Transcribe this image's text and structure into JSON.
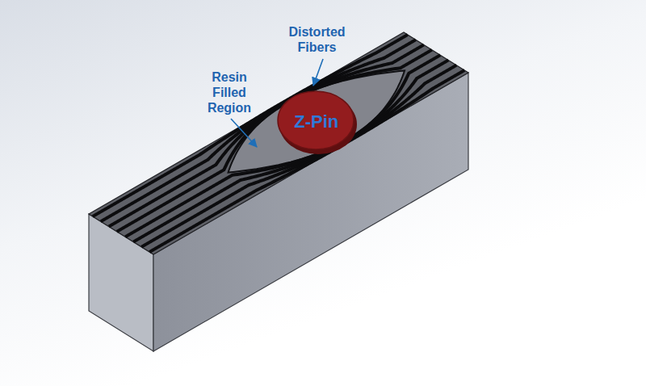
{
  "diagram": {
    "nodes": [
      {
        "text": [
          "Z-Pin"
        ]
      }
    ],
    "labels": [
      "Distorted Fibers",
      "Resin Filled Region"
    ]
  }
}
